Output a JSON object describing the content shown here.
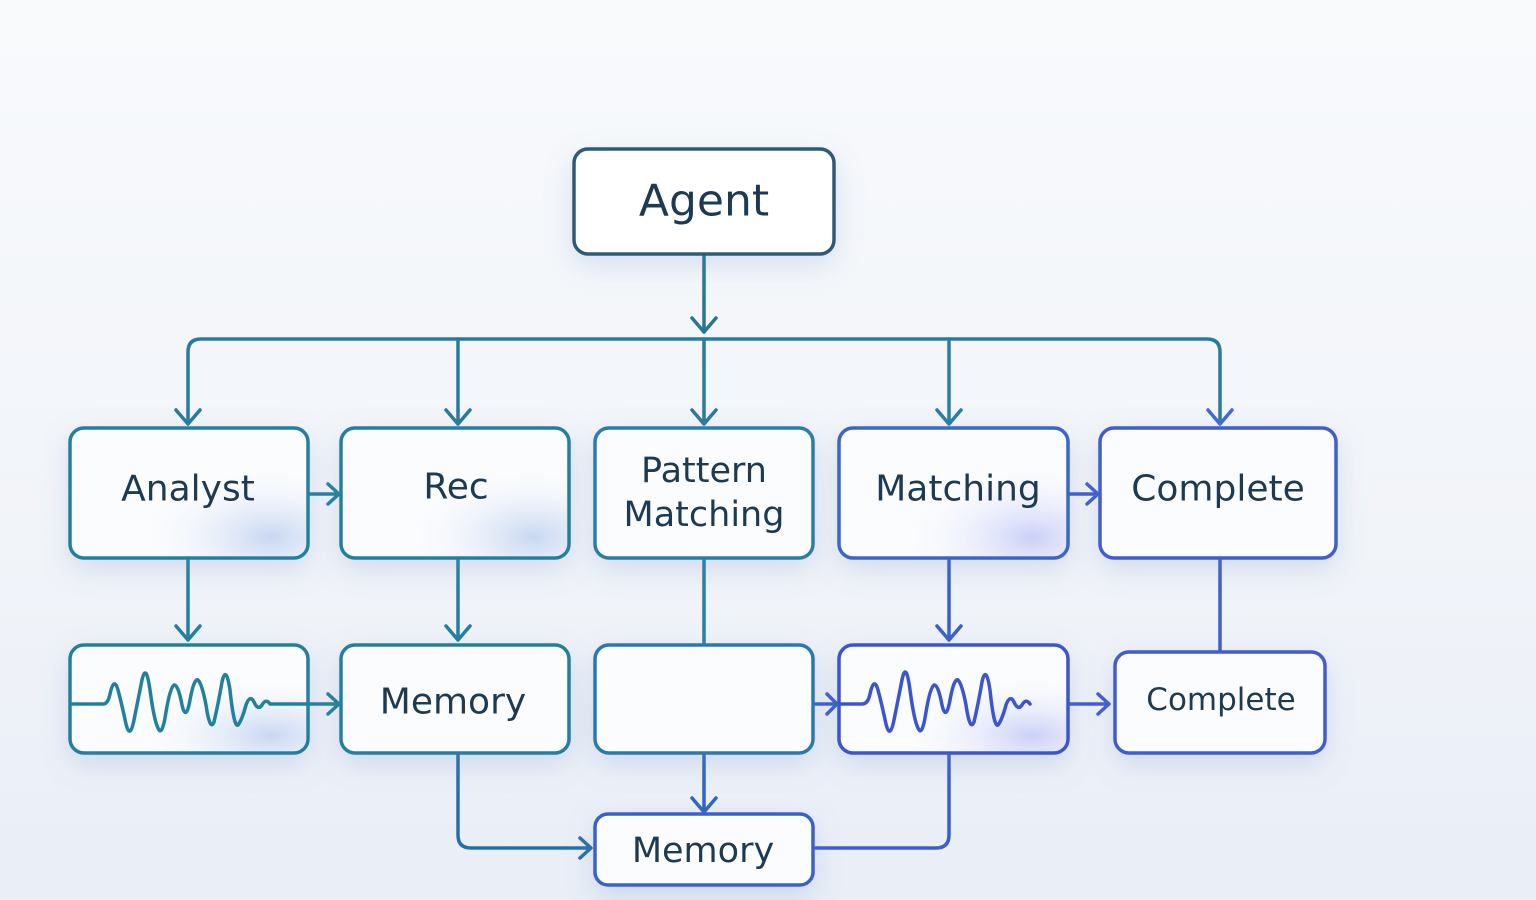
{
  "diagram": {
    "nodes": [
      {
        "id": "agent",
        "label": "Agent",
        "color": "#2e5a78"
      },
      {
        "id": "analyst",
        "label": "Analyst",
        "color": "#23809f"
      },
      {
        "id": "rec",
        "label": "Rec",
        "color": "#23809f"
      },
      {
        "id": "pattern",
        "label": "Pattern\nMatching",
        "color": "#2a7ea6"
      },
      {
        "id": "matching",
        "label": "Matching",
        "color": "#3a66c8"
      },
      {
        "id": "complete1",
        "label": "Complete",
        "color": "#3f5dd0"
      },
      {
        "id": "wave1",
        "label": "",
        "icon": "waveform-icon",
        "color": "#23809f"
      },
      {
        "id": "memory1",
        "label": "Memory",
        "color": "#23809f"
      },
      {
        "id": "empty",
        "label": "",
        "color": "#2a78b0"
      },
      {
        "id": "wave2",
        "label": "",
        "icon": "waveform-icon",
        "color": "#3a55d0"
      },
      {
        "id": "complete2",
        "label": "Complete",
        "color": "#3f5dd0"
      },
      {
        "id": "memory2",
        "label": "Memory",
        "color": "#3a60c8"
      }
    ],
    "edges": [
      {
        "from": "agent",
        "to": "analyst"
      },
      {
        "from": "agent",
        "to": "rec"
      },
      {
        "from": "agent",
        "to": "pattern"
      },
      {
        "from": "agent",
        "to": "matching"
      },
      {
        "from": "agent",
        "to": "complete1"
      },
      {
        "from": "analyst",
        "to": "rec"
      },
      {
        "from": "matching",
        "to": "complete1"
      },
      {
        "from": "analyst",
        "to": "wave1"
      },
      {
        "from": "rec",
        "to": "memory1"
      },
      {
        "from": "pattern",
        "to": "empty"
      },
      {
        "from": "matching",
        "to": "wave2"
      },
      {
        "from": "complete1",
        "to": "complete2"
      },
      {
        "from": "wave1",
        "to": "memory1"
      },
      {
        "from": "empty",
        "to": "wave2"
      },
      {
        "from": "wave2",
        "to": "complete2"
      },
      {
        "from": "memory1",
        "to": "memory2"
      },
      {
        "from": "empty",
        "to": "memory2"
      },
      {
        "from": "wave2",
        "to": "memory2"
      }
    ]
  }
}
